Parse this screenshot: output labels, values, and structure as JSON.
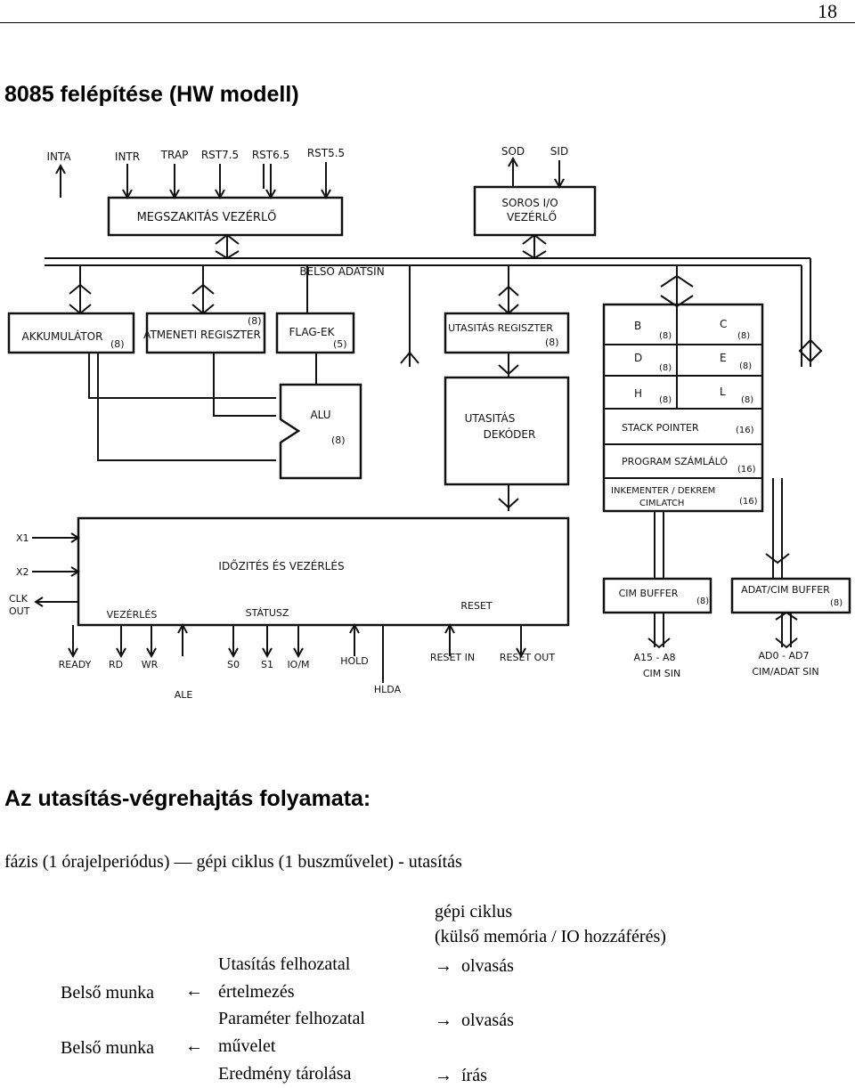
{
  "page_number": "18",
  "heading": "8085 felépítése (HW modell)",
  "diagram": {
    "interrupt_pins": [
      "INTA",
      "INTR",
      "TRAP",
      "RST7.5",
      "RST6.5",
      "RST5.5"
    ],
    "serial_pins": [
      "SOD",
      "SID"
    ],
    "interrupt_control": "MEGSZAKITÁS VEZÉRLŐ",
    "serial_control": [
      "SOROS I/O",
      "VEZÉRLŐ"
    ],
    "internal_bus": "BELSŐ ADATSIN",
    "accumulator": {
      "name": "AKKUMULÁTOR",
      "bits": "(8)"
    },
    "temp_register": {
      "name": "ÁTMENETI REGISZTER",
      "bits": "(8)"
    },
    "flags": {
      "name": "FLAG-EK",
      "bits": "(5)"
    },
    "alu": {
      "name": "ALU",
      "bits": "(8)"
    },
    "instruction_register": {
      "name": "UTASITÁS REGISZTER",
      "bits": "(8)"
    },
    "instruction_decoder": [
      "UTASITÁS",
      "DEKÓDER"
    ],
    "registers": [
      {
        "name": "B",
        "bits": "(8)"
      },
      {
        "name": "C",
        "bits": "(8)"
      },
      {
        "name": "D",
        "bits": "(8)"
      },
      {
        "name": "E",
        "bits": "(8)"
      },
      {
        "name": "H",
        "bits": "(8)"
      },
      {
        "name": "L",
        "bits": "(8)"
      }
    ],
    "stack_pointer": {
      "name": "STACK POINTER",
      "bits": "(16)"
    },
    "program_counter": {
      "name": "PROGRAM SZÁMLÁLÓ",
      "bits": "(16)"
    },
    "incdec": {
      "line1": "INKEMENTER / DEKREM",
      "line2": "CIMLATCH",
      "bits": "(16)"
    },
    "timing": {
      "title": "IDŐZITÉS ÉS VEZÉRLÉS",
      "control": "VEZÉRLÉS",
      "status": "STÁTUSZ",
      "reset": "RESET"
    },
    "clock_pins": [
      "X1",
      "X2",
      "CLK",
      "OUT"
    ],
    "bottom_pins": [
      "READY",
      "RD",
      "WR",
      "ALE",
      "S0",
      "S1",
      "IO/M",
      "HOLD",
      "HLDA",
      "RESET IN",
      "RESET OUT"
    ],
    "address_buffer": {
      "name": "CIM BUFFER",
      "bits": "(8)",
      "pins": "A15 - A8",
      "bus": "CIM SIN"
    },
    "data_buffer": {
      "name": "ADAT/CIM BUFFER",
      "bits": "(8)",
      "pins": "AD0 - AD7",
      "bus": "CIM/ADAT SIN"
    }
  },
  "subheading": "Az utasítás-végrehajtás folyamata:",
  "sequence_line": "fázis (1 órajelperiódus) — gépi ciklus (1 buszművelet) - utasítás",
  "machine_cycle_header": [
    "gépi ciklus",
    "(külső memória / IO hozzáférés)"
  ],
  "internal_work": [
    "Belső munka",
    "Belső munka"
  ],
  "left_arrow": "←",
  "right_arrow": "→",
  "steps": [
    "Utasítás felhozatal",
    "értelmezés",
    "Paraméter felhozatal",
    "művelet",
    "Eredmény tárolása"
  ],
  "bus_ops": [
    "olvasás",
    "olvasás",
    "írás"
  ]
}
